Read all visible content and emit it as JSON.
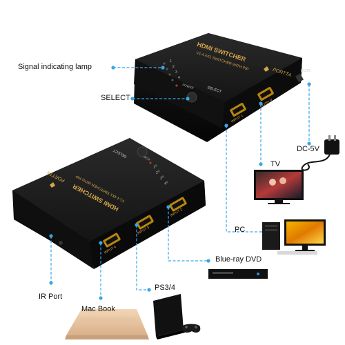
{
  "colors": {
    "callout": "#39a6e6",
    "device_body": "#161616",
    "device_top": "#1d1d1d",
    "gold": "#d4a64a",
    "background": "#ffffff"
  },
  "device_back": {
    "title": "HDMI SWITCHER",
    "subtitle": "V1.4  4X1 SWITCHER WITH PIP",
    "brand": "PORTTA",
    "led_numbers": [
      "1",
      "2",
      "3",
      "4"
    ],
    "power_label": "POWER",
    "select_label": "SELECT",
    "output_port_label": "OUTPUT",
    "input_port_label": "INPUT 1",
    "dc_port_label": "DC/5V"
  },
  "device_front": {
    "title": "HDMI SWITCHER",
    "subtitle": "V1.4  4X1 SWITCHER WITH PIP",
    "brand": "PORTTA",
    "led_numbers": [
      "1",
      "2",
      "3",
      "4"
    ],
    "power_label": "POWER",
    "select_label": "SELECT",
    "input_labels": [
      "INPUT 4",
      "INPUT 3",
      "INPUT 2"
    ]
  },
  "callouts": {
    "signal_lamp": "Signal indicating lamp",
    "select": "SELECT",
    "dc5v": "DC-5V",
    "tv": "TV",
    "pc": "PC",
    "bluray": "Blue-ray DVD",
    "ps34": "PS3/4",
    "ir_port": "IR Port",
    "macbook": "Mac Book"
  },
  "icons": [
    "power-adapter-icon",
    "tv-icon",
    "pc-icon",
    "bluray-player-icon",
    "ps4-console-icon",
    "macbook-icon"
  ]
}
